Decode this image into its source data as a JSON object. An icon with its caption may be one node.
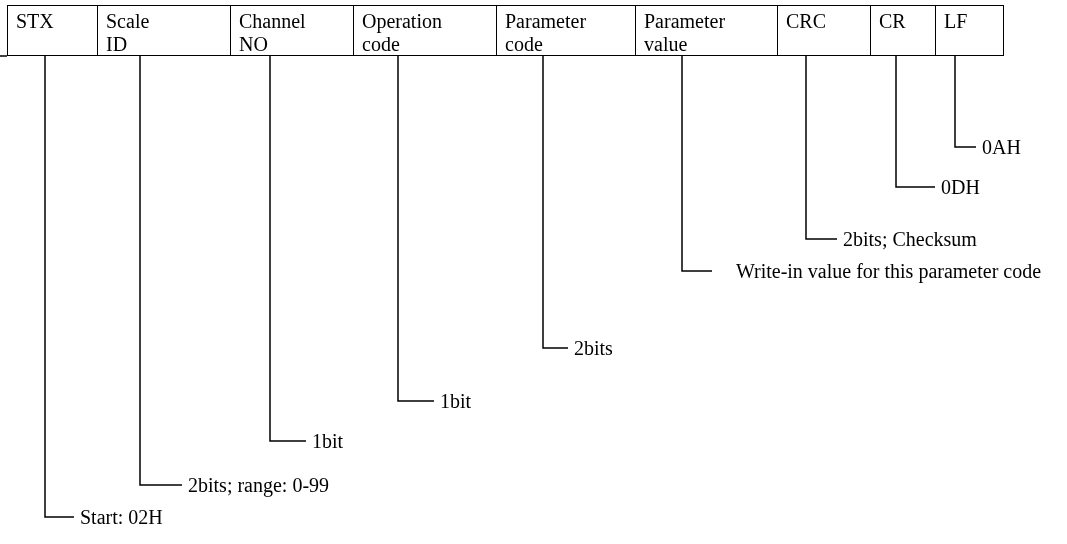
{
  "diagram": {
    "nodes": [
      {
        "text": [
          "STX"
        ]
      },
      {
        "text": [
          "Scale ID"
        ]
      },
      {
        "text": [
          "Channel NO"
        ]
      },
      {
        "text": [
          "Operation code"
        ]
      },
      {
        "text": [
          "Parameter code"
        ]
      },
      {
        "text": [
          "Parameter value"
        ]
      },
      {
        "text": [
          "CRC"
        ]
      },
      {
        "text": [
          "CR"
        ]
      },
      {
        "text": [
          "LF"
        ]
      },
      {
        "text": [
          "Start: 02H"
        ]
      },
      {
        "text": [
          "2bits; range: 0-99"
        ]
      },
      {
        "text": [
          "1bit"
        ]
      },
      {
        "text": [
          "1bit"
        ]
      },
      {
        "text": [
          "2bits"
        ]
      },
      {
        "text": [
          "Write-in value for this parameter code"
        ]
      },
      {
        "text": [
          "2bits; Checksum"
        ]
      },
      {
        "text": [
          "0DH"
        ]
      },
      {
        "text": [
          "0AH"
        ]
      }
    ],
    "edges": [
      {
        "from": 0,
        "to": 9,
        "arrow": "none"
      },
      {
        "from": 1,
        "to": 10,
        "arrow": "none"
      },
      {
        "from": 2,
        "to": 11,
        "arrow": "none"
      },
      {
        "from": 3,
        "to": 12,
        "arrow": "none"
      },
      {
        "from": 4,
        "to": 13,
        "arrow": "none"
      },
      {
        "from": 5,
        "to": 14,
        "arrow": "none"
      },
      {
        "from": 6,
        "to": 15,
        "arrow": "none"
      },
      {
        "from": 7,
        "to": 16,
        "arrow": "none"
      },
      {
        "from": 8,
        "to": 17,
        "arrow": "none"
      }
    ]
  }
}
